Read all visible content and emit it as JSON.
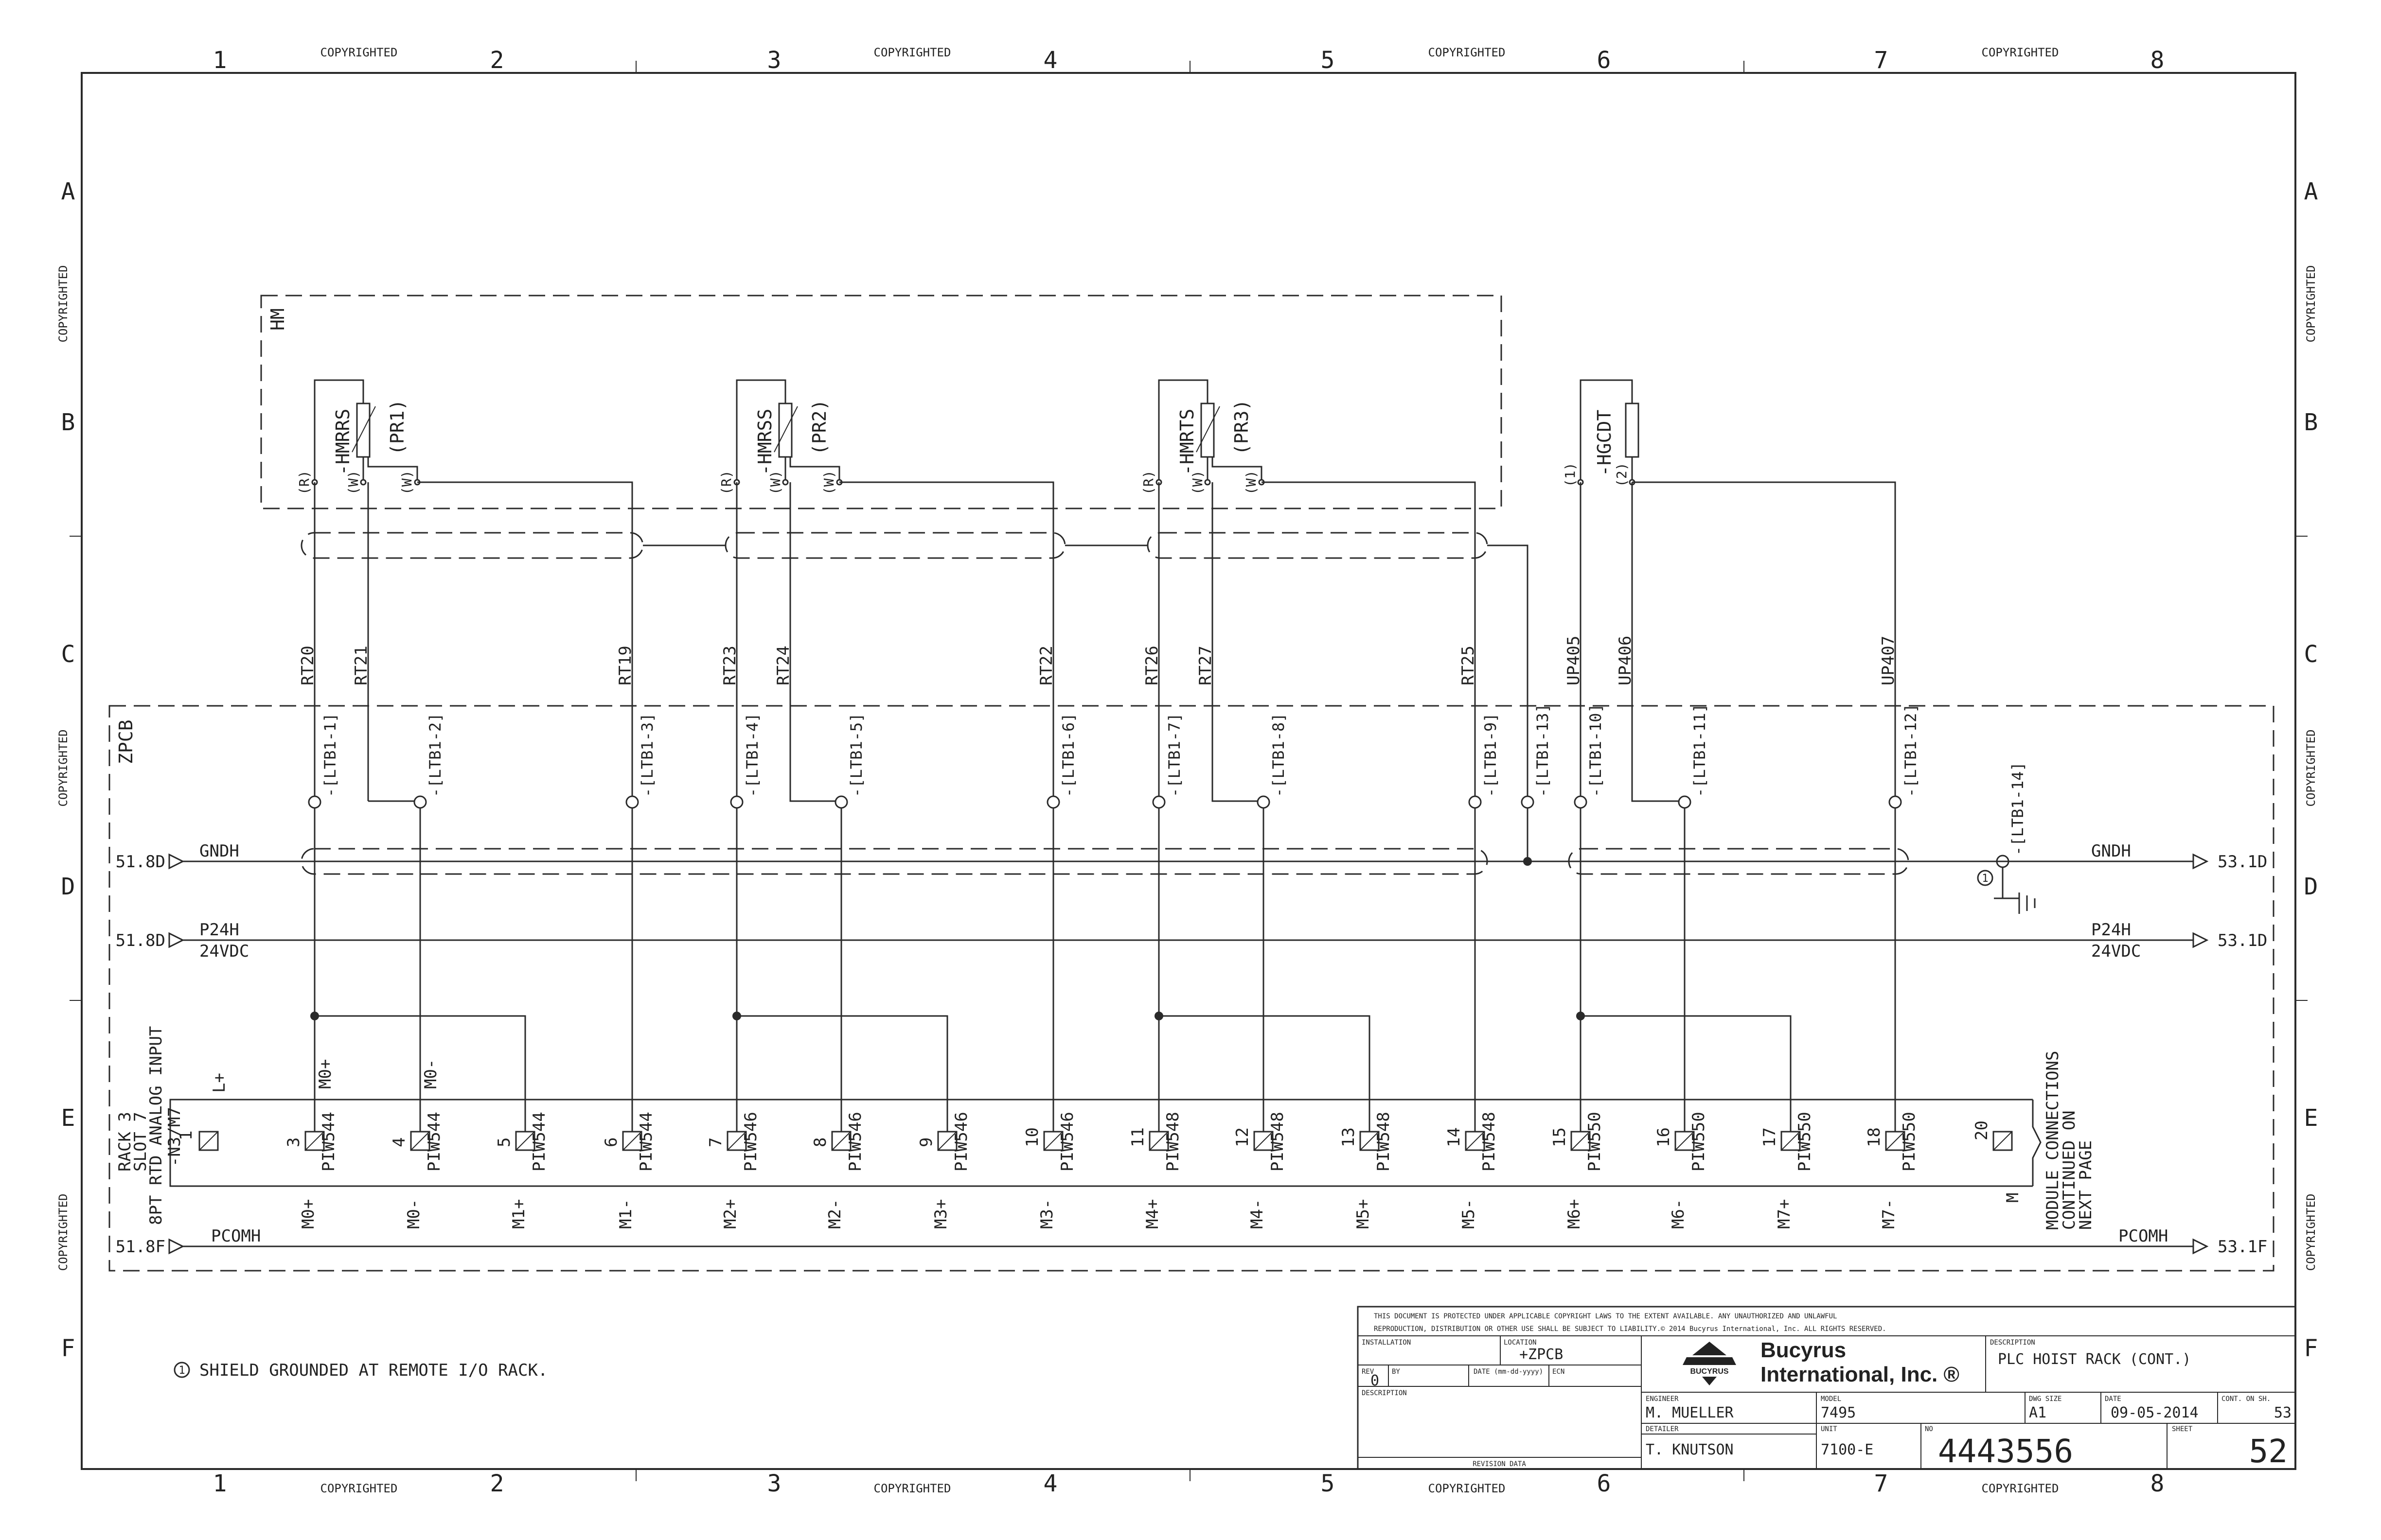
{
  "frame": {
    "zones_top": [
      "1",
      "2",
      "3",
      "4",
      "5",
      "6",
      "7",
      "8"
    ],
    "zones_side": [
      "A",
      "B",
      "C",
      "D",
      "E",
      "F"
    ],
    "copyright": "COPYRIGHTED"
  },
  "groups": {
    "hm": "HM",
    "zpcb": "ZPCB"
  },
  "sensors": [
    {
      "name": "-HMRRS",
      "pr": "(PR1)",
      "pins": [
        "(R)",
        "(W)",
        "(W)"
      ]
    },
    {
      "name": "-HMRSS",
      "pr": "(PR2)",
      "pins": [
        "(R)",
        "(W)",
        "(W)"
      ]
    },
    {
      "name": "-HMRTS",
      "pr": "(PR3)",
      "pins": [
        "(R)",
        "(W)",
        "(W)"
      ]
    },
    {
      "name": "-HGCDT",
      "pr": "",
      "pins": [
        "(1)",
        "(2)"
      ]
    }
  ],
  "wires": [
    "RT20",
    "RT21",
    "RT19",
    "RT23",
    "RT24",
    "RT22",
    "RT26",
    "RT27",
    "RT25",
    "UP405",
    "UP406",
    "UP407"
  ],
  "terminals": [
    "-[LTB1-1]",
    "-[LTB1-2]",
    "-[LTB1-3]",
    "-[LTB1-4]",
    "-[LTB1-5]",
    "-[LTB1-6]",
    "-[LTB1-7]",
    "-[LTB1-8]",
    "-[LTB1-9]",
    "-[LTB1-13]",
    "-[LTB1-10]",
    "-[LTB1-11]",
    "-[LTB1-12]",
    "-[LTB1-14]"
  ],
  "buses": [
    {
      "ref_in": "51.8D",
      "name": "GNDH",
      "sub": "",
      "ref_out": "53.1D"
    },
    {
      "ref_in": "51.8D",
      "name": "P24H",
      "sub": "24VDC",
      "ref_out": "53.1D"
    },
    {
      "ref_in": "51.8F",
      "name": "PCOMH",
      "sub": "",
      "ref_out": "53.1F"
    }
  ],
  "module": {
    "title_lines": [
      "RACK 3",
      "SLOT 7",
      "8PT RTD ANALOG INPUT"
    ],
    "tag": "-N3/M7",
    "lplus": "L+",
    "m_label": "M",
    "pin1": "1",
    "pin20": "20",
    "continued": [
      "MODULE CONNECTIONS",
      "CONTINUED ON",
      "NEXT PAGE"
    ],
    "pins": [
      {
        "n": "3",
        "piw": "PIW544"
      },
      {
        "n": "4",
        "piw": "PIW544"
      },
      {
        "n": "5",
        "piw": "PIW544"
      },
      {
        "n": "6",
        "piw": "PIW544"
      },
      {
        "n": "7",
        "piw": "PIW546"
      },
      {
        "n": "8",
        "piw": "PIW546"
      },
      {
        "n": "9",
        "piw": "PIW546"
      },
      {
        "n": "10",
        "piw": "PIW546"
      },
      {
        "n": "11",
        "piw": "PIW548"
      },
      {
        "n": "12",
        "piw": "PIW548"
      },
      {
        "n": "13",
        "piw": "PIW548"
      },
      {
        "n": "14",
        "piw": "PIW548"
      },
      {
        "n": "15",
        "piw": "PIW550"
      },
      {
        "n": "16",
        "piw": "PIW550"
      },
      {
        "n": "17",
        "piw": "PIW550"
      },
      {
        "n": "18",
        "piw": "PIW550"
      }
    ],
    "upper_labels": [
      "M0+",
      "M0-"
    ],
    "channels": [
      "M0+",
      "M0-",
      "M1+",
      "M1-",
      "M2+",
      "M2-",
      "M3+",
      "M3-",
      "M4+",
      "M4-",
      "M5+",
      "M5-",
      "M6+",
      "M6-",
      "M7+",
      "M7-"
    ]
  },
  "shield_marker": "1",
  "note": "SHIELD GROUNDED AT REMOTE I/O RACK.",
  "title_block": {
    "notice1": "THIS DOCUMENT IS PROTECTED UNDER APPLICABLE COPYRIGHT LAWS TO THE EXTENT AVAILABLE.  ANY UNAUTHORIZED AND UNLAWFUL",
    "notice2": "REPRODUCTION, DISTRIBUTION OR OTHER USE SHALL BE SUBJECT TO LIABILITY.© 2014  Bucyrus International, Inc.  ALL RIGHTS RESERVED.",
    "installation_label": "INSTALLATION",
    "location_label": "LOCATION",
    "location": "+ZPCB",
    "rev_label": "REV",
    "rev": "0",
    "by_label": "BY",
    "date_label": "DATE",
    "date_fmt": "(mm-dd-yyyy)",
    "ecn_label": "ECN",
    "description_label": "DESCRIPTION",
    "revision_data": "REVISION DATA",
    "logo_word": "BUCYRUS",
    "company1": "Bucyrus",
    "company2": "International, Inc. ®",
    "desc_label": "DESCRIPTION",
    "desc": "PLC HOIST RACK (CONT.)",
    "engineer_label": "ENGINEER",
    "engineer": "M. MUELLER",
    "model_label": "MODEL",
    "model": "7495",
    "dwg_size_label": "DWG SIZE",
    "dwg_size": "A1",
    "date_label2": "DATE",
    "date": "09-05-2014",
    "cont_label": "CONT. ON SH.",
    "cont": "53",
    "detailer_label": "DETAILER",
    "detailer": "T. KNUTSON",
    "unit_label": "UNIT",
    "unit": "7100-E",
    "no_label": "NO",
    "number": "4443556",
    "sheet_label": "SHEET",
    "sheet": "52"
  }
}
